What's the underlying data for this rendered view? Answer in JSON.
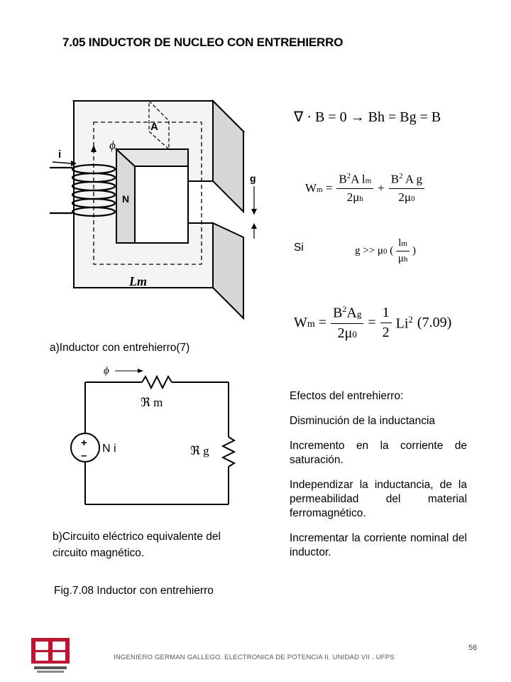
{
  "page": {
    "title": "7.05 INDUCTOR  DE NUCLEO CON ENTREHIERRO",
    "page_number": "56",
    "footer": "INGENIERO GERMAN GALLEGO. ELECTRONICA DE POTENCIA  II. UNIDAD  VII . UFPS"
  },
  "figure_a": {
    "caption": "a)Inductor con entrehierro(7)",
    "labels": {
      "A": "A",
      "phi": "ϕ",
      "i": "i",
      "g": "g",
      "N": "N",
      "Lm": "Lm"
    }
  },
  "figure_b": {
    "caption_1": "b)Circuito eléctrico equivalente del",
    "caption_2": "circuito magnético.",
    "labels": {
      "phi": "ϕ",
      "Rm": "ℜ m",
      "Rg": "ℜ g",
      "Ni": "N i",
      "plus": "+",
      "minus": "–"
    }
  },
  "fig_caption": "Fig.7.08 Inductor con entrehierro",
  "equations": {
    "eq1": "∇ · B = 0 → Bh = Bg = B",
    "si": "Si",
    "eq4_ref": "(7.09)"
  },
  "effects": {
    "heading": "Efectos del entrehierro:",
    "items": [
      "Disminución de la inductancia",
      "Incremento en la corriente de saturación.",
      "Independizar  la inductancia, de la  permeabilidad  del material ferromagnético.",
      "Incrementar    la    corriente nominal del inductor."
    ]
  }
}
